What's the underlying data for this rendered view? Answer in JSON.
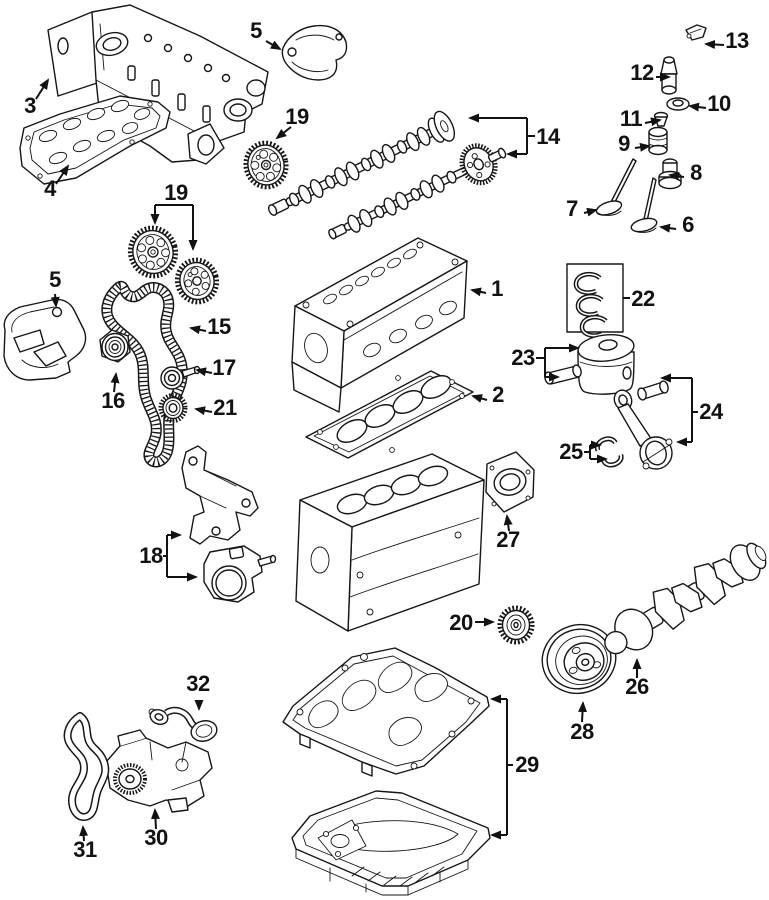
{
  "colors": {
    "background": "#ffffff",
    "line_art": "#161616",
    "label_text": "#121212"
  },
  "callouts": {
    "c1": {
      "label": "1"
    },
    "c2": {
      "label": "2"
    },
    "c3": {
      "label": "3"
    },
    "c4": {
      "label": "4"
    },
    "c5a": {
      "label": "5"
    },
    "c5b": {
      "label": "5"
    },
    "c6": {
      "label": "6"
    },
    "c7": {
      "label": "7"
    },
    "c8": {
      "label": "8"
    },
    "c9": {
      "label": "9"
    },
    "c10": {
      "label": "10"
    },
    "c11": {
      "label": "11"
    },
    "c12": {
      "label": "12"
    },
    "c13": {
      "label": "13"
    },
    "c14": {
      "label": "14"
    },
    "c15": {
      "label": "15"
    },
    "c16": {
      "label": "16"
    },
    "c17": {
      "label": "17"
    },
    "c18": {
      "label": "18"
    },
    "c19a": {
      "label": "19"
    },
    "c19b": {
      "label": "19"
    },
    "c20": {
      "label": "20"
    },
    "c21": {
      "label": "21"
    },
    "c22": {
      "label": "22"
    },
    "c23": {
      "label": "23"
    },
    "c24": {
      "label": "24"
    },
    "c25": {
      "label": "25"
    },
    "c26": {
      "label": "26"
    },
    "c27": {
      "label": "27"
    },
    "c28": {
      "label": "28"
    },
    "c29": {
      "label": "29"
    },
    "c30": {
      "label": "30"
    },
    "c31": {
      "label": "31"
    },
    "c32": {
      "label": "32"
    }
  }
}
